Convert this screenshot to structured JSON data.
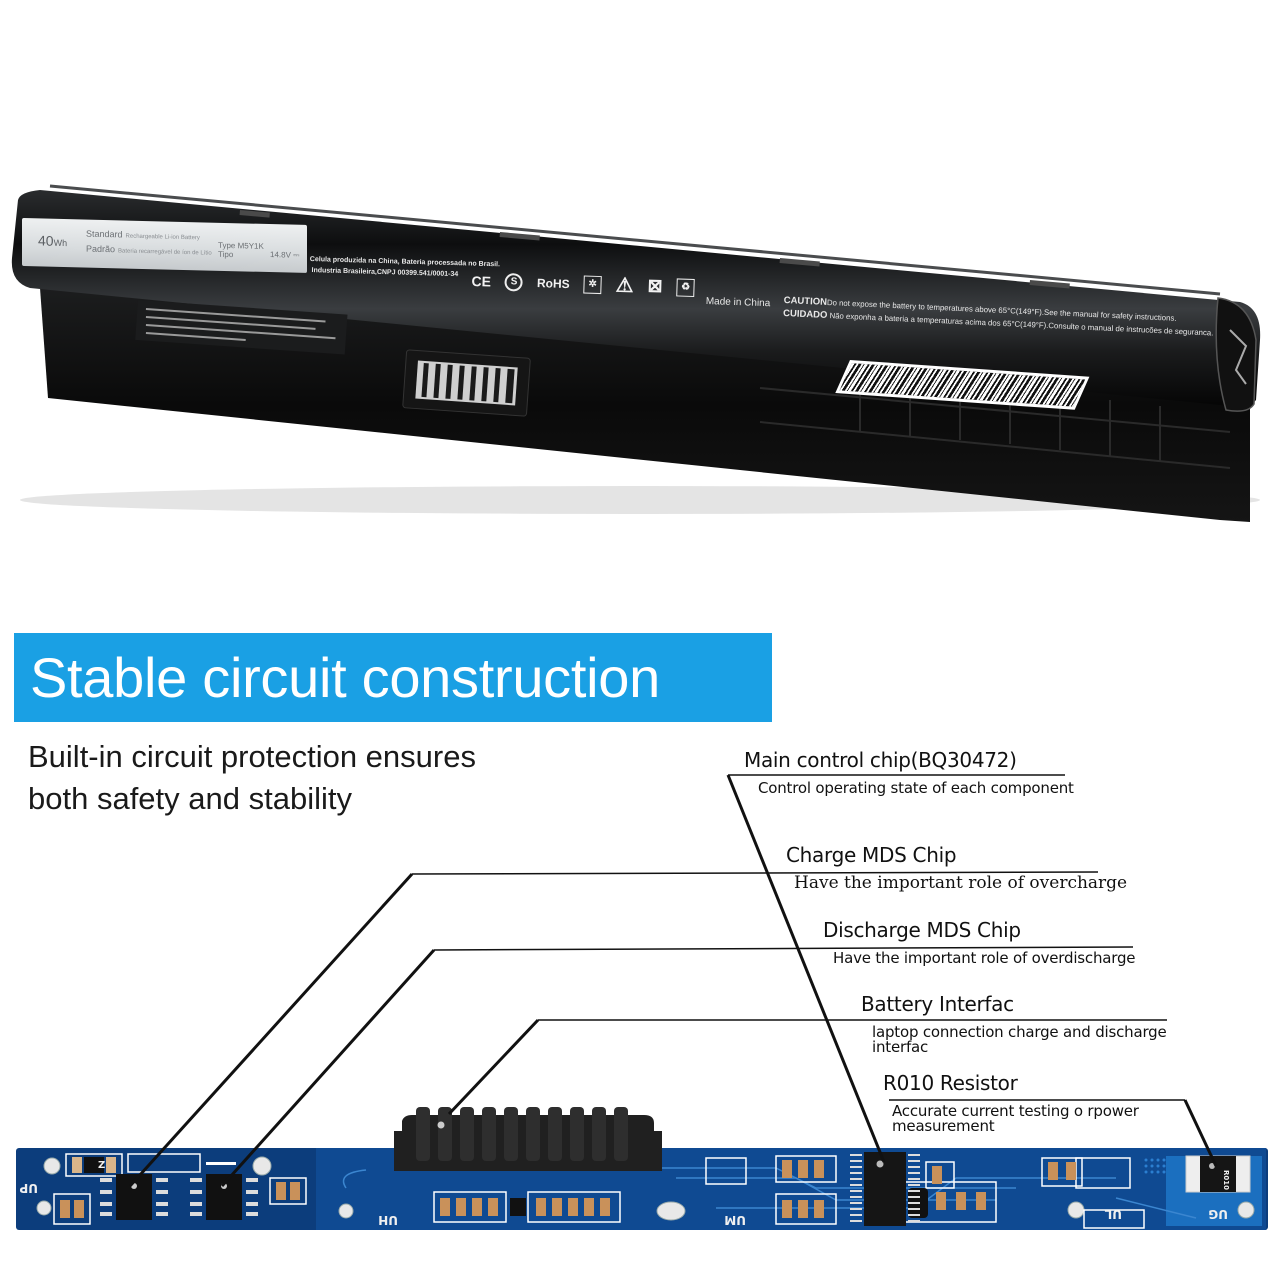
{
  "product_photo": {
    "label": {
      "capacity": "40",
      "capacity_unit": "Wh",
      "line1_title": "Standard",
      "line1_text": "Rechargeable Li-ion Battery",
      "line2_title": "Padrão",
      "line2_text": "Bateria recarregável de íon de Lítio",
      "type_label": "Type",
      "type_value": "M5Y1K",
      "tipo_label": "Tipo",
      "voltage": "14.8V ⎓"
    },
    "brazil_text_line1": "Celula produzida na  China, Bateria processada no Brasil.",
    "brazil_text_line2": "Industria Brasileira,CNPJ 00399.541/0001-34",
    "cert_marks": [
      "CE",
      "S",
      "RoHS",
      "recycle-box",
      "warning",
      "weee-crossed-bin",
      "recycle"
    ],
    "made_in": "Made in China",
    "caution_label": "CAUTION",
    "caution_text": "Do not expose the battery to temperatures above 65°C(149°F).See the manual for safety instructions.",
    "cuidado_label": "CUIDADO",
    "cuidado_text": "Não exponha a bateria a temperaturas acima dos  65°C(149°F).Consulte o manual de instrucões de seguranca."
  },
  "banner": {
    "title": "Stable circuit construction",
    "color": "#1aa0e4"
  },
  "subtitle": {
    "line1": "Built-in circuit protection ensures",
    "line2": "both safety and stability"
  },
  "callouts": [
    {
      "title": "Main control chip(BQ30472)",
      "desc": "Control operating state of each component"
    },
    {
      "title": "Charge MDS Chip",
      "desc": "Have the important role of overcharge"
    },
    {
      "title": "Discharge MDS Chip",
      "desc": "Have the important role of overdischarge"
    },
    {
      "title": "Battery Interfac",
      "desc_line1": "laptop connection charge and discharge",
      "desc_line2": "interfac"
    },
    {
      "title": "R010 Resistor",
      "desc_line1": "Accurate current testing o rpower",
      "desc_line2": "measurement"
    }
  ],
  "pcb": {
    "silk_labels": [
      "UP",
      "UH",
      "UM",
      "UL",
      "UG"
    ],
    "resistor_marking": "R010",
    "board_color": "#0c3d7c"
  }
}
